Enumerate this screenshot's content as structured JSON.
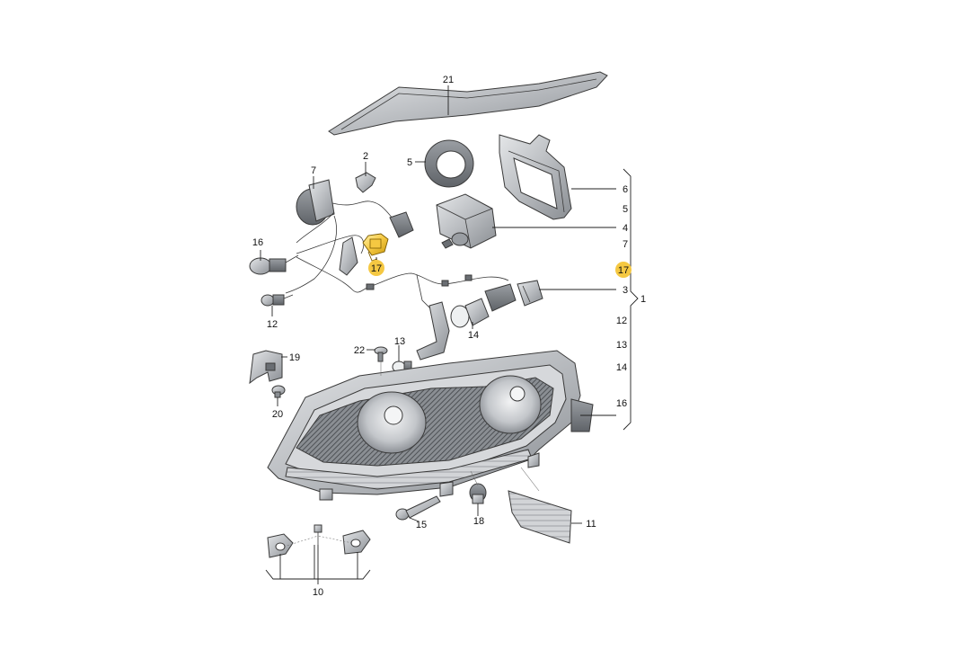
{
  "diagram": {
    "highlight_color": "#f5c842",
    "part_color": "#b9bcc0",
    "part_dark": "#7d8186",
    "part_light": "#dfe1e3",
    "callouts": [
      "21",
      "7",
      "2",
      "5",
      "6",
      "5",
      "4",
      "7",
      "17",
      "3",
      "1",
      "16",
      "12",
      "13",
      "14",
      "16",
      "19",
      "22",
      "13",
      "14",
      "12",
      "17",
      "20",
      "15",
      "18",
      "11",
      "10"
    ],
    "bracket_list": [
      "6",
      "5",
      "4",
      "7",
      "17",
      "3",
      "12",
      "13",
      "14",
      "16"
    ],
    "bracket_label": "1"
  }
}
